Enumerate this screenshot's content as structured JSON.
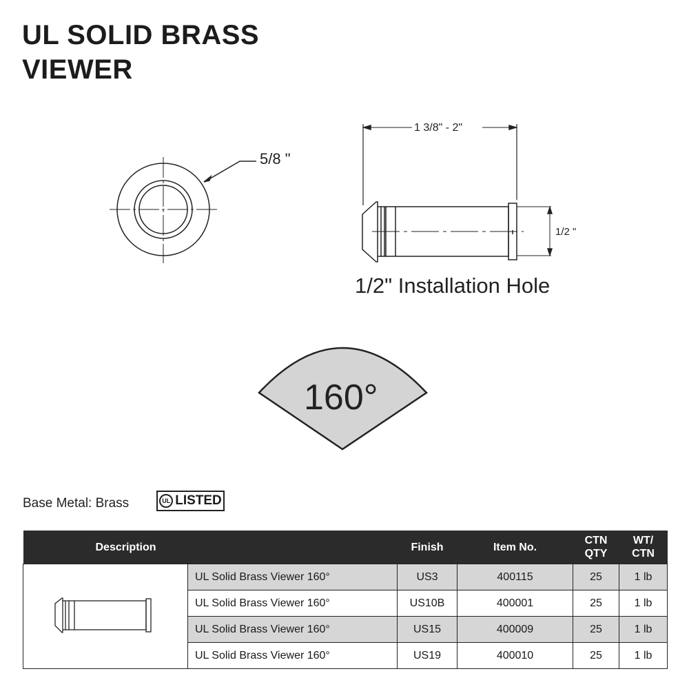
{
  "title": {
    "line1": "UL SOLID BRASS",
    "line2": "VIEWER"
  },
  "drawing": {
    "front_dim": "5/8 \"",
    "length_dim": "1 3/8\" - 2\"",
    "height_dim": "1/2 \"",
    "install_note": "1/2\" Installation Hole",
    "angle": "160°"
  },
  "base_metal": "Base Metal: Brass",
  "ul_badge": {
    "mark": "UL",
    "text": "LISTED"
  },
  "table": {
    "headers": {
      "description": "Description",
      "finish": "Finish",
      "item_no": "Item No.",
      "ctn_qty_1": "CTN",
      "ctn_qty_2": "QTY",
      "wt_ctn_1": "WT/",
      "wt_ctn_2": "CTN"
    },
    "rows": [
      {
        "description": "UL Solid Brass Viewer 160°",
        "finish": "US3",
        "item_no": "400115",
        "ctn_qty": "25",
        "wt_ctn": "1 lb"
      },
      {
        "description": "UL Solid Brass Viewer 160°",
        "finish": "US10B",
        "item_no": "400001",
        "ctn_qty": "25",
        "wt_ctn": "1 lb"
      },
      {
        "description": "UL Solid Brass Viewer 160°",
        "finish": "US15",
        "item_no": "400009",
        "ctn_qty": "25",
        "wt_ctn": "1 lb"
      },
      {
        "description": "UL Solid Brass Viewer 160°",
        "finish": "US19",
        "item_no": "400010",
        "ctn_qty": "25",
        "wt_ctn": "1 lb"
      }
    ]
  },
  "colors": {
    "header_bg": "#2b2b2b",
    "shade": "#d6d6d6",
    "wedge": "#d4d4d4"
  }
}
